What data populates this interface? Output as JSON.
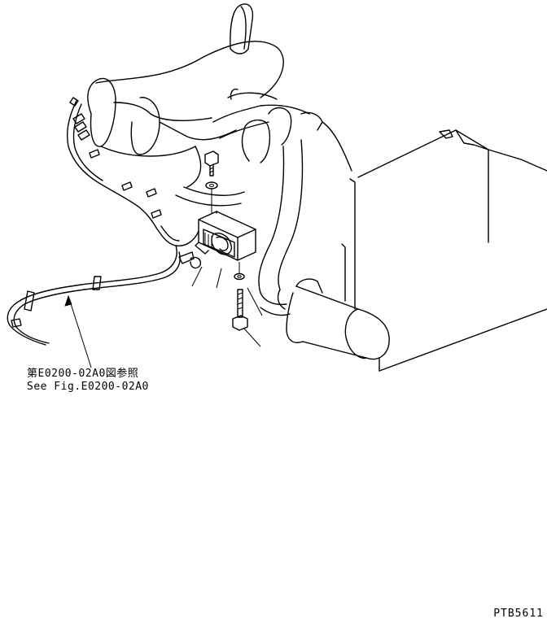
{
  "reference_note": {
    "japanese": "第E0200-02A0図参照",
    "english": "See Fig.E0200-02A0"
  },
  "figure_code": "PTB5611"
}
